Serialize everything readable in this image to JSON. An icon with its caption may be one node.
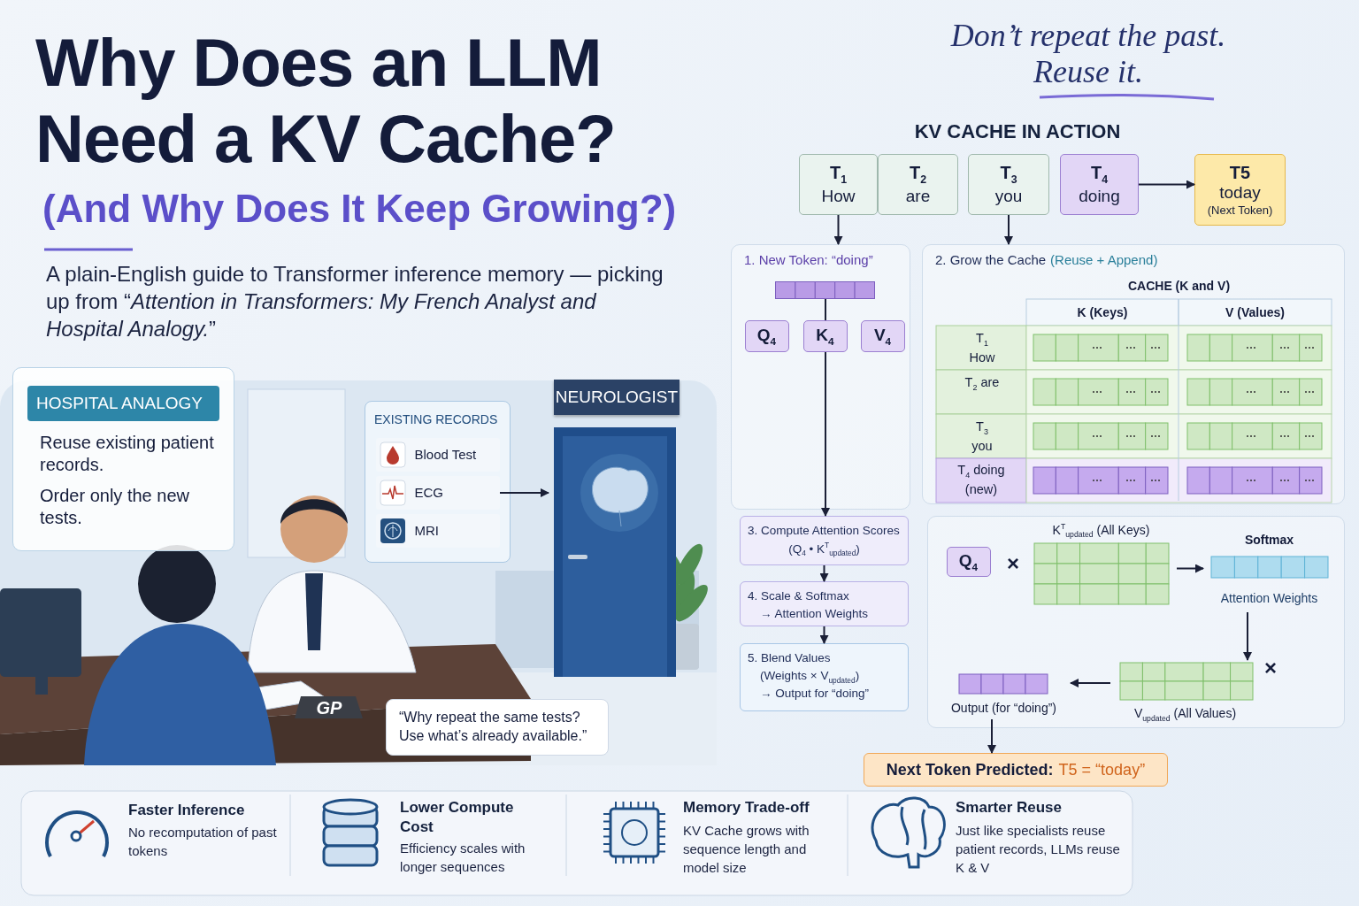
{
  "diagram": {
    "title": "Why Does an LLM Need a KV Cache?",
    "nodes": [
      {
        "text": [
          "T$_{1}$",
          "How"
        ]
      },
      {
        "text": [
          "T$_{2}$",
          "are"
        ]
      },
      {
        "text": [
          "T$_{3}$",
          "you"
        ]
      },
      {
        "text": [
          "T$_{4}$",
          "doing"
        ]
      },
      {
        "text": [
          "T5",
          "today",
          "(Next Token)"
        ]
      },
      {
        "text": [
          "1. New Token: “doing”"
        ]
      },
      {
        "text": [],
        "shape": "bar",
        "in": 5
      },
      {
        "text": [
          "Q$_{4}$"
        ],
        "in": 5
      },
      {
        "text": [
          "K$_{4}$"
        ],
        "in": 5
      },
      {
        "text": [
          "V$_{4}$"
        ],
        "in": 5
      },
      {
        "text": [
          "2. Grow the Cache",
          "(Reuse + Append)"
        ]
      },
      {
        "text": [
          "3. Compute Attention Scores",
          "(Q$_{4}$ • K$^{T}$$_{updated}$)"
        ]
      },
      {
        "text": [
          "4. Scale & Softmax",
          "→ Attention Weights"
        ]
      },
      {
        "text": [
          "5. Blend Values",
          "(Weights × V$_{updated}$)",
          "→ Output for “doing”"
        ]
      },
      {
        "text": [],
        "shape": "box"
      },
      {
        "text": [
          "Q$_{4}$"
        ],
        "in": 14
      },
      {
        "text": [
          "K$^{T}$$_{updated}$ (All Keys)"
        ],
        "in": 14
      },
      {
        "text": [
          "Softmax"
        ],
        "beside": [
          "Attention Weights"
        ],
        "in": 14
      },
      {
        "text": [
          "V$_{updated}$ (All Values)"
        ],
        "in": 14
      },
      {
        "text": [
          "Output (for “doing”)"
        ],
        "in": 14
      },
      {
        "text": [
          "Next Token Predicted:",
          "T5 = “today”"
        ]
      },
      {
        "text": [
          "HOSPITAL ANALOGY",
          "Reuse existing patient records.",
          "Order only the new tests."
        ]
      },
      {
        "text": [
          "EXISTING RECORDS"
        ]
      },
      {
        "text": [
          "Blood Test"
        ],
        "in": 22
      },
      {
        "text": [
          "ECG"
        ],
        "in": 22
      },
      {
        "text": [
          "MRI"
        ],
        "in": 22
      },
      {
        "text": [
          "NEUROLOGIST"
        ]
      }
    ],
    "edges": [
      {
        "from": 0,
        "to": 5,
        "arrow": "to"
      },
      {
        "from": 2,
        "to": 10,
        "arrow": "to"
      },
      {
        "from": 3,
        "to": 4,
        "arrow": "to"
      },
      {
        "from": 6,
        "to": 8,
        "arrow": "none"
      },
      {
        "from": 8,
        "to": 11,
        "arrow": "to"
      },
      {
        "from": 11,
        "to": 12,
        "arrow": "to"
      },
      {
        "from": 12,
        "to": 13,
        "arrow": "to"
      },
      {
        "from": 16,
        "to": 17,
        "arrow": "to"
      },
      {
        "from": 17,
        "to": 18,
        "arrow": "to"
      },
      {
        "from": 18,
        "to": 19,
        "arrow": "to"
      },
      {
        "from": 19,
        "to": 20,
        "arrow": "to"
      },
      {
        "from": 24,
        "to": 26,
        "arrow": "to"
      }
    ],
    "labels": [
      "(And Why Does It Keep Growing?)",
      "A plain-English guide to Transformer inference memory — picking up from “*Attention in Transformers: My French Analyst and Hospital Analogy.*”",
      "Don’t repeat the past. Reuse it.",
      "KV CACHE IN ACTION",
      "CACHE (K and V)",
      "K (Keys)",
      "V (Values)",
      "T$_{1}$ How",
      "T$_{2}$ are",
      "T$_{3}$ you",
      "T$_{4}$ doing (new)",
      "×",
      "×",
      "GP",
      "“Why repeat the same tests? Use what’s already available.”",
      "Faster Inference",
      "No recomputation of past tokens",
      "Lower Compute Cost",
      "Efficiency scales with longer sequences",
      "Memory Trade-off",
      "KV Cache grows with sequence length and model size",
      "Smarter Reuse",
      "Just like specialists reuse patient records, LLMs reuse K & V"
    ]
  }
}
